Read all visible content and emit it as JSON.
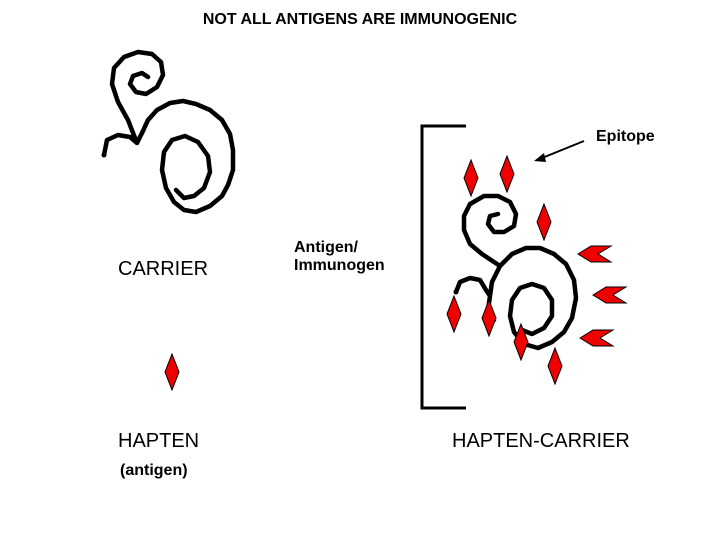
{
  "title": "NOT ALL ANTIGENS ARE IMMUNOGENIC",
  "labels": {
    "carrier": "CARRIER",
    "hapten": "HAPTEN",
    "hapten_sub": "(antigen)",
    "antigen_line1": "Antigen/",
    "antigen_line2": "Immunogen",
    "epitope": "Epitope",
    "hapten_carrier": "HAPTEN-CARRIER"
  },
  "colors": {
    "hapten_fill": "#ee0000",
    "line": "#000000",
    "background": "#ffffff"
  }
}
